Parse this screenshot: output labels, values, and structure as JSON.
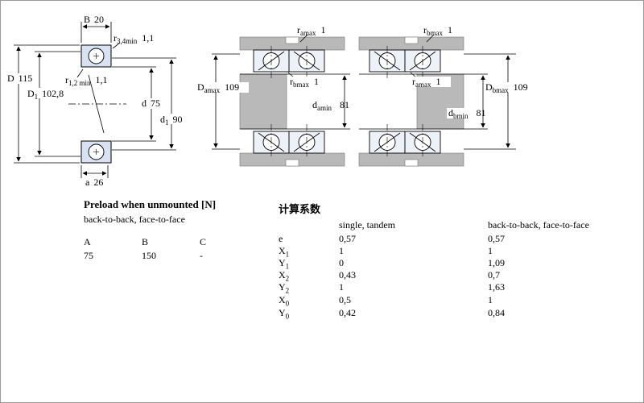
{
  "colors": {
    "housing_gray": "#b9b9b9",
    "section_fill": "#d9e2f2",
    "bearing_fill": "#edf1f8"
  },
  "drawing": {
    "left": {
      "B": {
        "base": "B",
        "value": "20"
      },
      "r34": {
        "base": "r",
        "sub": "3,4min",
        "value": "1,1"
      },
      "D": {
        "base": "D",
        "value": "115"
      },
      "r12": {
        "base": "r",
        "sub": "1,2 min",
        "value": "1,1"
      },
      "D1": {
        "base": "D",
        "sub": "1",
        "value": "102,8"
      },
      "d": {
        "base": "d",
        "value": "75"
      },
      "d1": {
        "base": "d",
        "sub": "1",
        "value": "90"
      },
      "a": {
        "base": "a",
        "value": "26"
      }
    },
    "middle": {
      "r_amax": {
        "base": "r",
        "sub": "amax",
        "value": "1"
      },
      "D_amax": {
        "base": "D",
        "sub": "amax",
        "value": "109"
      },
      "r_bmax": {
        "base": "r",
        "sub": "bmax",
        "value": "1"
      },
      "d_amin": {
        "base": "d",
        "sub": "amin",
        "value": "81"
      }
    },
    "right": {
      "r_bmax": {
        "base": "r",
        "sub": "bmax",
        "value": "1"
      },
      "r_amax": {
        "base": "r",
        "sub": "amax",
        "value": "1"
      },
      "d_bmin": {
        "base": "d",
        "sub": "bmin",
        "value": "81"
      },
      "D_bmax": {
        "base": "D",
        "sub": "bmax",
        "value": "109"
      }
    }
  },
  "preload_table": {
    "title": "Preload when unmounted [N]",
    "subtitle": "back-to-back, face-to-face",
    "columns": [
      "A",
      "B",
      "C"
    ],
    "values": [
      "75",
      "150",
      "-"
    ]
  },
  "factors_table": {
    "title": "计算系数",
    "col1_header": "single, tandem",
    "col2_header": "back-to-back, face-to-face",
    "rows": [
      {
        "base": "e",
        "sub": "",
        "v1": "0,57",
        "v2": "0,57"
      },
      {
        "base": "X",
        "sub": "1",
        "v1": "1",
        "v2": "1"
      },
      {
        "base": "Y",
        "sub": "1",
        "v1": "0",
        "v2": "1,09"
      },
      {
        "base": "X",
        "sub": "2",
        "v1": "0,43",
        "v2": "0,7"
      },
      {
        "base": "Y",
        "sub": "2",
        "v1": "1",
        "v2": "1,63"
      },
      {
        "base": "X",
        "sub": "0",
        "v1": "0,5",
        "v2": "1"
      },
      {
        "base": "Y",
        "sub": "0",
        "v1": "0,42",
        "v2": "0,84"
      }
    ]
  }
}
